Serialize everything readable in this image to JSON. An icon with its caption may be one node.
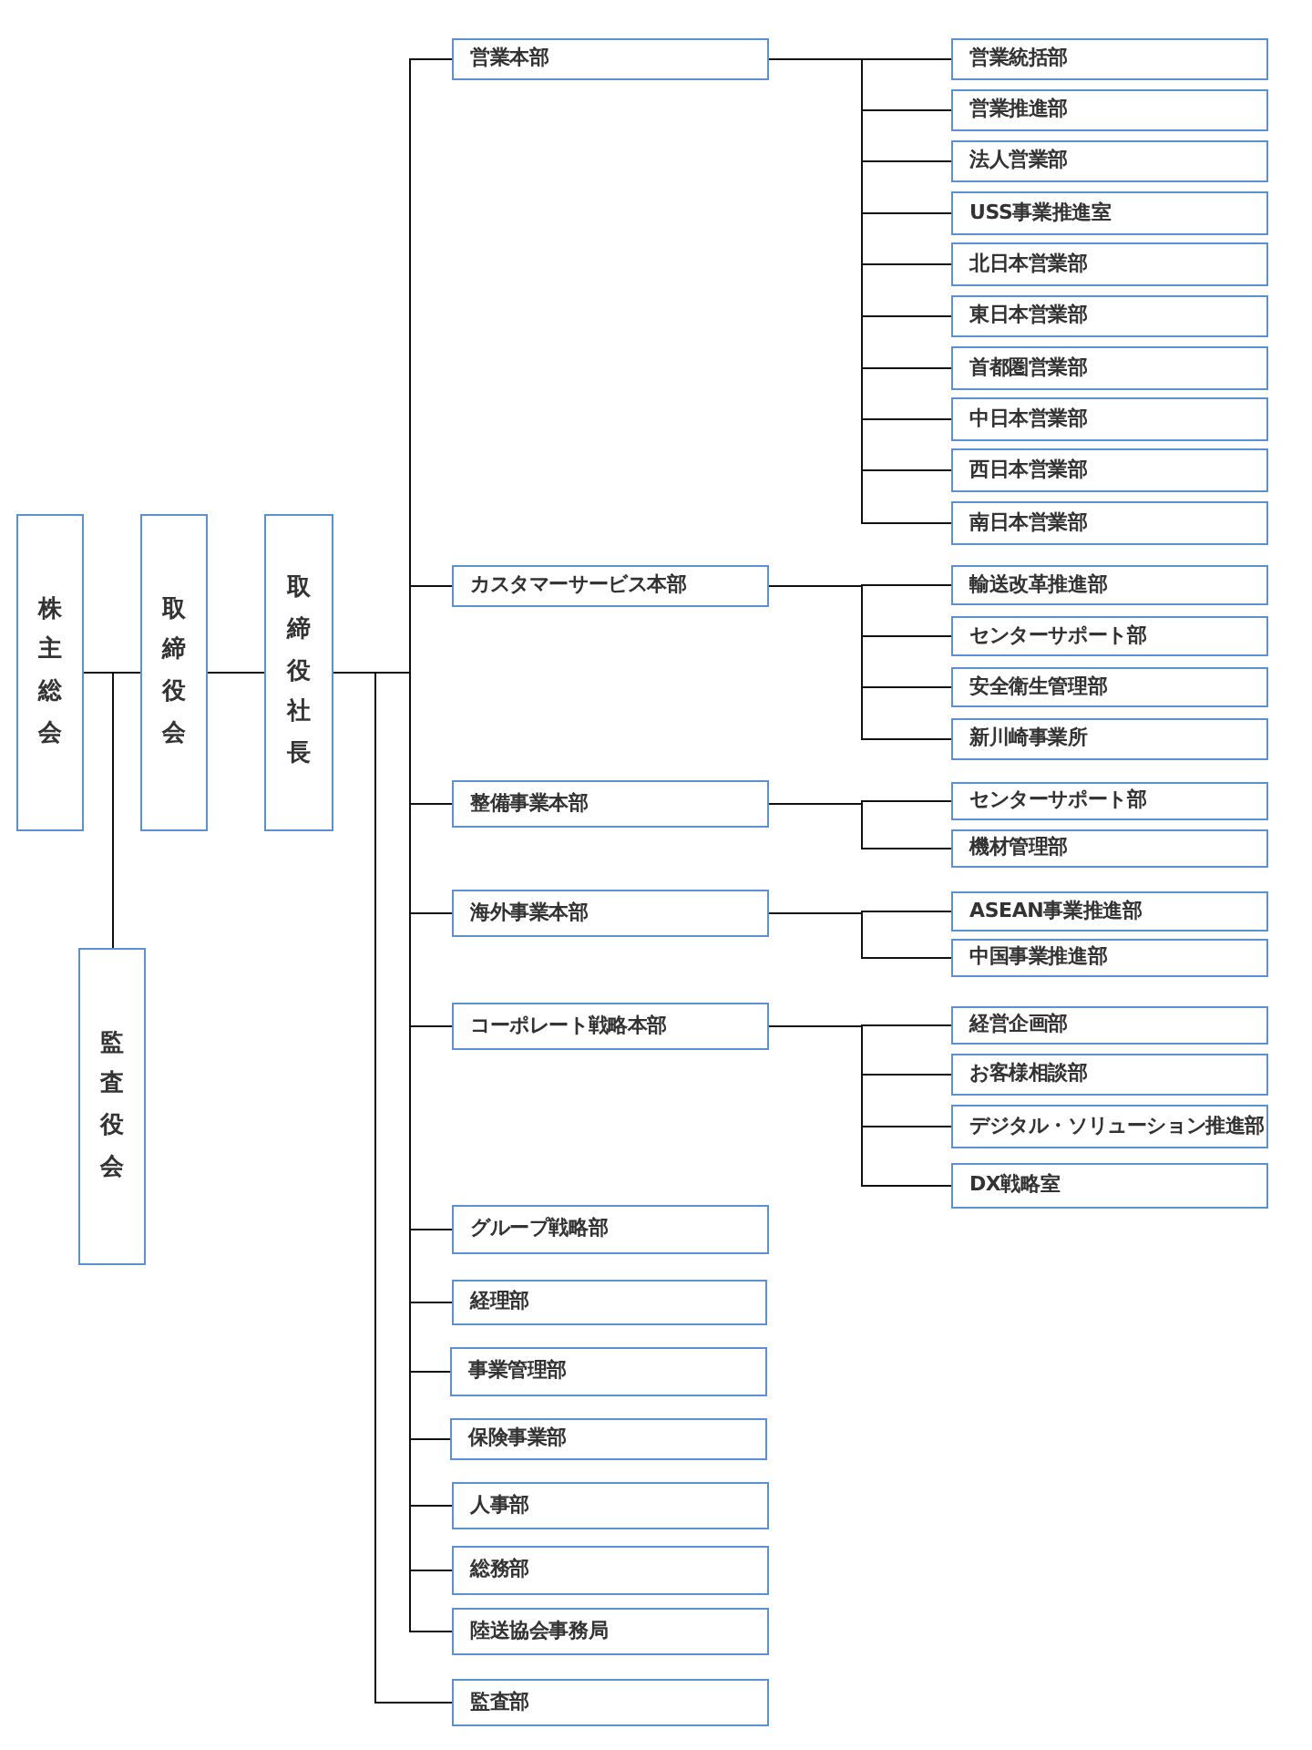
{
  "diagram": {
    "nodes": [
      {
        "text": [
          "株主総会"
        ]
      },
      {
        "text": [
          "取締役会"
        ]
      },
      {
        "text": [
          "取締役社長"
        ]
      },
      {
        "text": [
          "監査役会"
        ]
      },
      {
        "text": [
          "営業本部"
        ]
      },
      {
        "text": [
          "営業統括部"
        ]
      },
      {
        "text": [
          "営業推進部"
        ]
      },
      {
        "text": [
          "法人営業部"
        ]
      },
      {
        "text": [
          "USS事業推進室"
        ]
      },
      {
        "text": [
          "北日本営業部"
        ]
      },
      {
        "text": [
          "東日本営業部"
        ]
      },
      {
        "text": [
          "首都圏営業部"
        ]
      },
      {
        "text": [
          "中日本営業部"
        ]
      },
      {
        "text": [
          "西日本営業部"
        ]
      },
      {
        "text": [
          "南日本営業部"
        ]
      },
      {
        "text": [
          "カスタマーサービス本部"
        ]
      },
      {
        "text": [
          "輸送改革推進部"
        ]
      },
      {
        "text": [
          "センターサポート部"
        ]
      },
      {
        "text": [
          "安全衛生管理部"
        ]
      },
      {
        "text": [
          "新川崎事業所"
        ]
      },
      {
        "text": [
          "整備事業本部"
        ]
      },
      {
        "text": [
          "センターサポート部"
        ]
      },
      {
        "text": [
          "機材管理部"
        ]
      },
      {
        "text": [
          "海外事業本部"
        ]
      },
      {
        "text": [
          "ASEAN事業推進部"
        ]
      },
      {
        "text": [
          "中国事業推進部"
        ]
      },
      {
        "text": [
          "コーポレート戦略本部"
        ]
      },
      {
        "text": [
          "経営企画部"
        ]
      },
      {
        "text": [
          "お客様相談部"
        ]
      },
      {
        "text": [
          "デジタル・ソリューション推進部"
        ]
      },
      {
        "text": [
          "DX戦略室"
        ]
      },
      {
        "text": [
          "グループ戦略部"
        ]
      },
      {
        "text": [
          "経理部"
        ]
      },
      {
        "text": [
          "事業管理部"
        ]
      },
      {
        "text": [
          "保険事業部"
        ]
      },
      {
        "text": [
          "人事部"
        ]
      },
      {
        "text": [
          "総務部"
        ]
      },
      {
        "text": [
          "陸送協会事務局"
        ]
      },
      {
        "text": [
          "監査部"
        ]
      }
    ],
    "edges": [
      {
        "from": 0,
        "to": 1,
        "arrow": "none"
      },
      {
        "from": 0,
        "to": 3,
        "arrow": "none"
      },
      {
        "from": 1,
        "to": 2,
        "arrow": "none"
      },
      {
        "from": 2,
        "to": 4,
        "arrow": "none"
      },
      {
        "from": 4,
        "to": 5,
        "arrow": "none"
      },
      {
        "from": 4,
        "to": 6,
        "arrow": "none"
      },
      {
        "from": 4,
        "to": 7,
        "arrow": "none"
      },
      {
        "from": 4,
        "to": 8,
        "arrow": "none"
      },
      {
        "from": 4,
        "to": 9,
        "arrow": "none"
      },
      {
        "from": 4,
        "to": 10,
        "arrow": "none"
      },
      {
        "from": 4,
        "to": 11,
        "arrow": "none"
      },
      {
        "from": 4,
        "to": 12,
        "arrow": "none"
      },
      {
        "from": 4,
        "to": 13,
        "arrow": "none"
      },
      {
        "from": 4,
        "to": 14,
        "arrow": "none"
      },
      {
        "from": 2,
        "to": 15,
        "arrow": "none"
      },
      {
        "from": 15,
        "to": 16,
        "arrow": "none"
      },
      {
        "from": 15,
        "to": 17,
        "arrow": "none"
      },
      {
        "from": 15,
        "to": 18,
        "arrow": "none"
      },
      {
        "from": 15,
        "to": 19,
        "arrow": "none"
      },
      {
        "from": 2,
        "to": 20,
        "arrow": "none"
      },
      {
        "from": 20,
        "to": 21,
        "arrow": "none"
      },
      {
        "from": 20,
        "to": 22,
        "arrow": "none"
      },
      {
        "from": 2,
        "to": 23,
        "arrow": "none"
      },
      {
        "from": 23,
        "to": 24,
        "arrow": "none"
      },
      {
        "from": 23,
        "to": 25,
        "arrow": "none"
      },
      {
        "from": 2,
        "to": 26,
        "arrow": "none"
      },
      {
        "from": 26,
        "to": 27,
        "arrow": "none"
      },
      {
        "from": 26,
        "to": 28,
        "arrow": "none"
      },
      {
        "from": 26,
        "to": 29,
        "arrow": "none"
      },
      {
        "from": 26,
        "to": 30,
        "arrow": "none"
      },
      {
        "from": 2,
        "to": 31,
        "arrow": "none"
      },
      {
        "from": 2,
        "to": 32,
        "arrow": "none"
      },
      {
        "from": 2,
        "to": 33,
        "arrow": "none"
      },
      {
        "from": 2,
        "to": 34,
        "arrow": "none"
      },
      {
        "from": 2,
        "to": 35,
        "arrow": "none"
      },
      {
        "from": 2,
        "to": 36,
        "arrow": "none"
      },
      {
        "from": 2,
        "to": 37,
        "arrow": "none"
      },
      {
        "from": 2,
        "to": 38,
        "arrow": "none"
      }
    ]
  }
}
